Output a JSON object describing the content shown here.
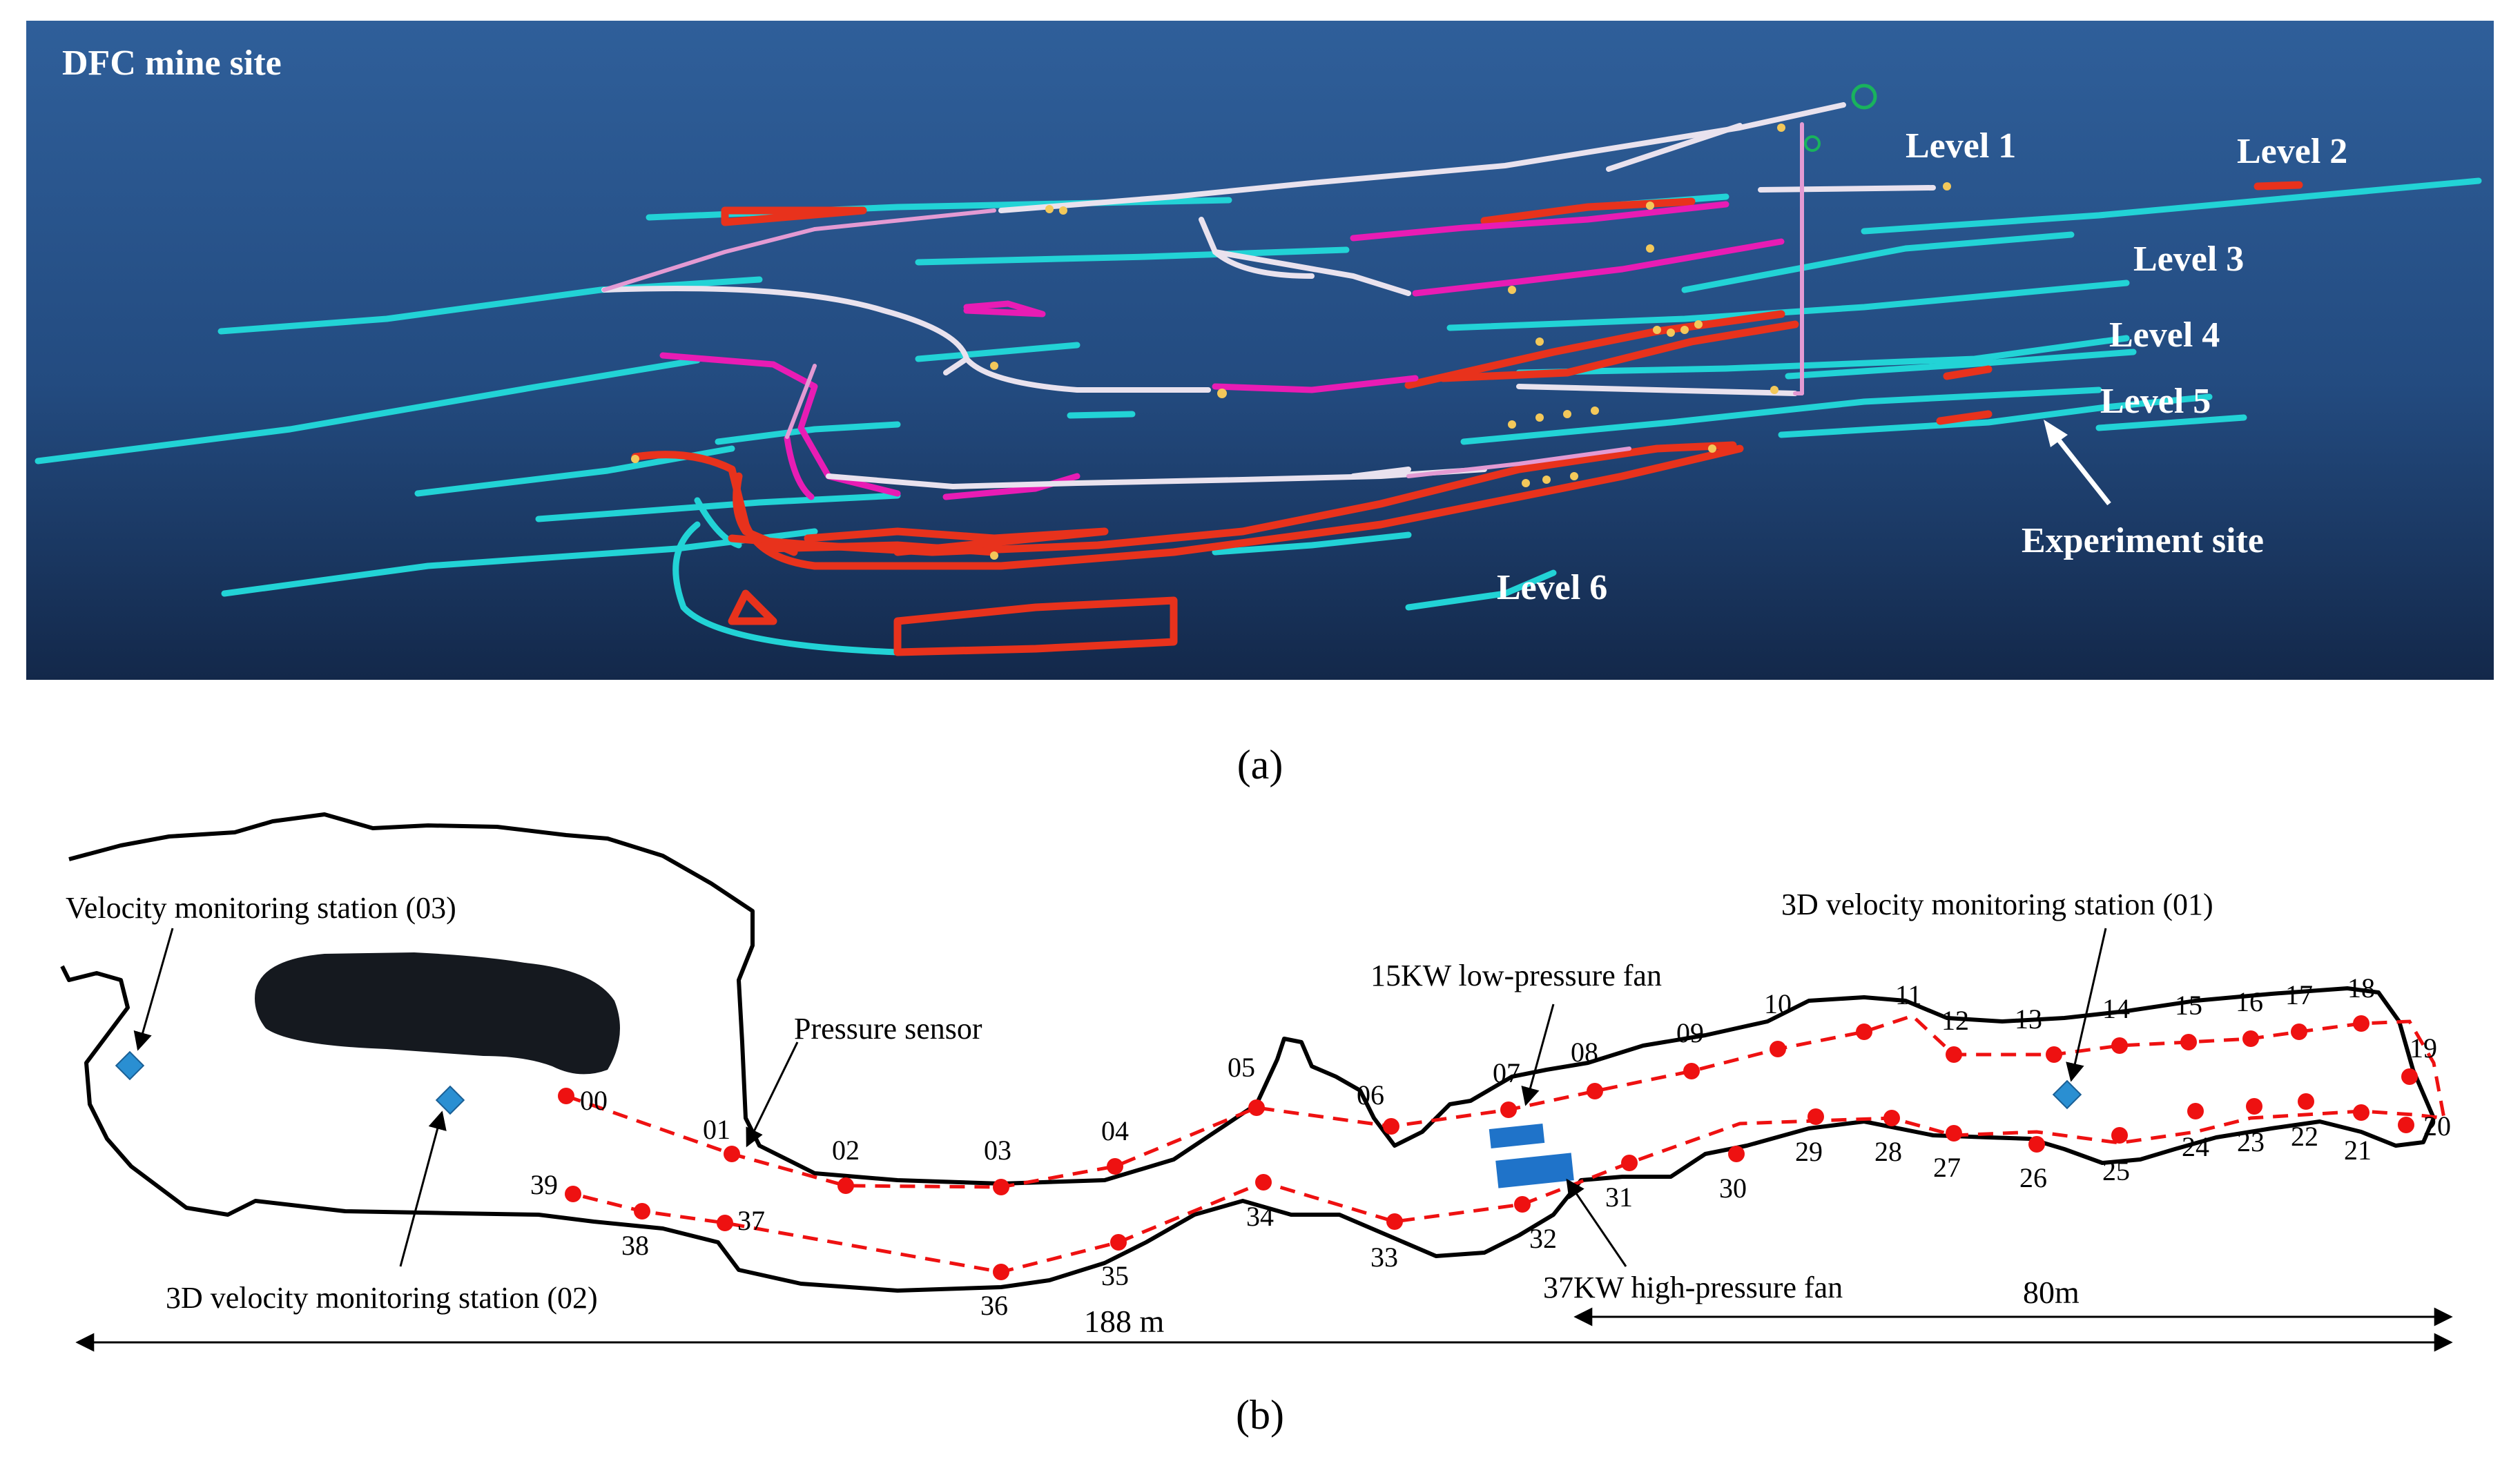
{
  "panel_a": {
    "site_label": "DFC mine site",
    "levels": [
      "Level 1",
      "Level 2",
      "Level 3",
      "Level 4",
      "Level 5",
      "Level 6"
    ],
    "experiment_label": "Experiment site",
    "caption": "(a)",
    "colors": {
      "background_top": "#2f5f9a",
      "background_bottom": "#13284a",
      "drift": "#22d3d6",
      "experiment_drift": "#e8321c",
      "ramp": "#e9e2ee",
      "pink": "#e81cb4",
      "light_pink": "#e39ad3"
    }
  },
  "panel_b": {
    "station_03": "Velocity monitoring station (03)",
    "station_01": "3D velocity monitoring station (01)",
    "station_02": "3D velocity monitoring station (02)",
    "pressure_sensor": "Pressure sensor",
    "fan_low": "15KW low-pressure fan",
    "fan_high": "37KW high-pressure fan",
    "dist_total": "188 m",
    "dist_part": "80m",
    "caption": "(b)",
    "points": [
      "00",
      "01",
      "02",
      "03",
      "04",
      "05",
      "06",
      "07",
      "08",
      "09",
      "10",
      "11",
      "12",
      "13",
      "14",
      "15",
      "16",
      "17",
      "18",
      "19",
      "20",
      "21",
      "22",
      "23",
      "24",
      "25",
      "26",
      "27",
      "28",
      "29",
      "30",
      "31",
      "32",
      "33",
      "34",
      "35",
      "36",
      "37",
      "38",
      "39"
    ],
    "colors": {
      "point": "#ee1111",
      "path": "#ee1111",
      "fan": "#1f73c9",
      "station": "#2a8fd2",
      "pillar": "#15191f"
    }
  }
}
